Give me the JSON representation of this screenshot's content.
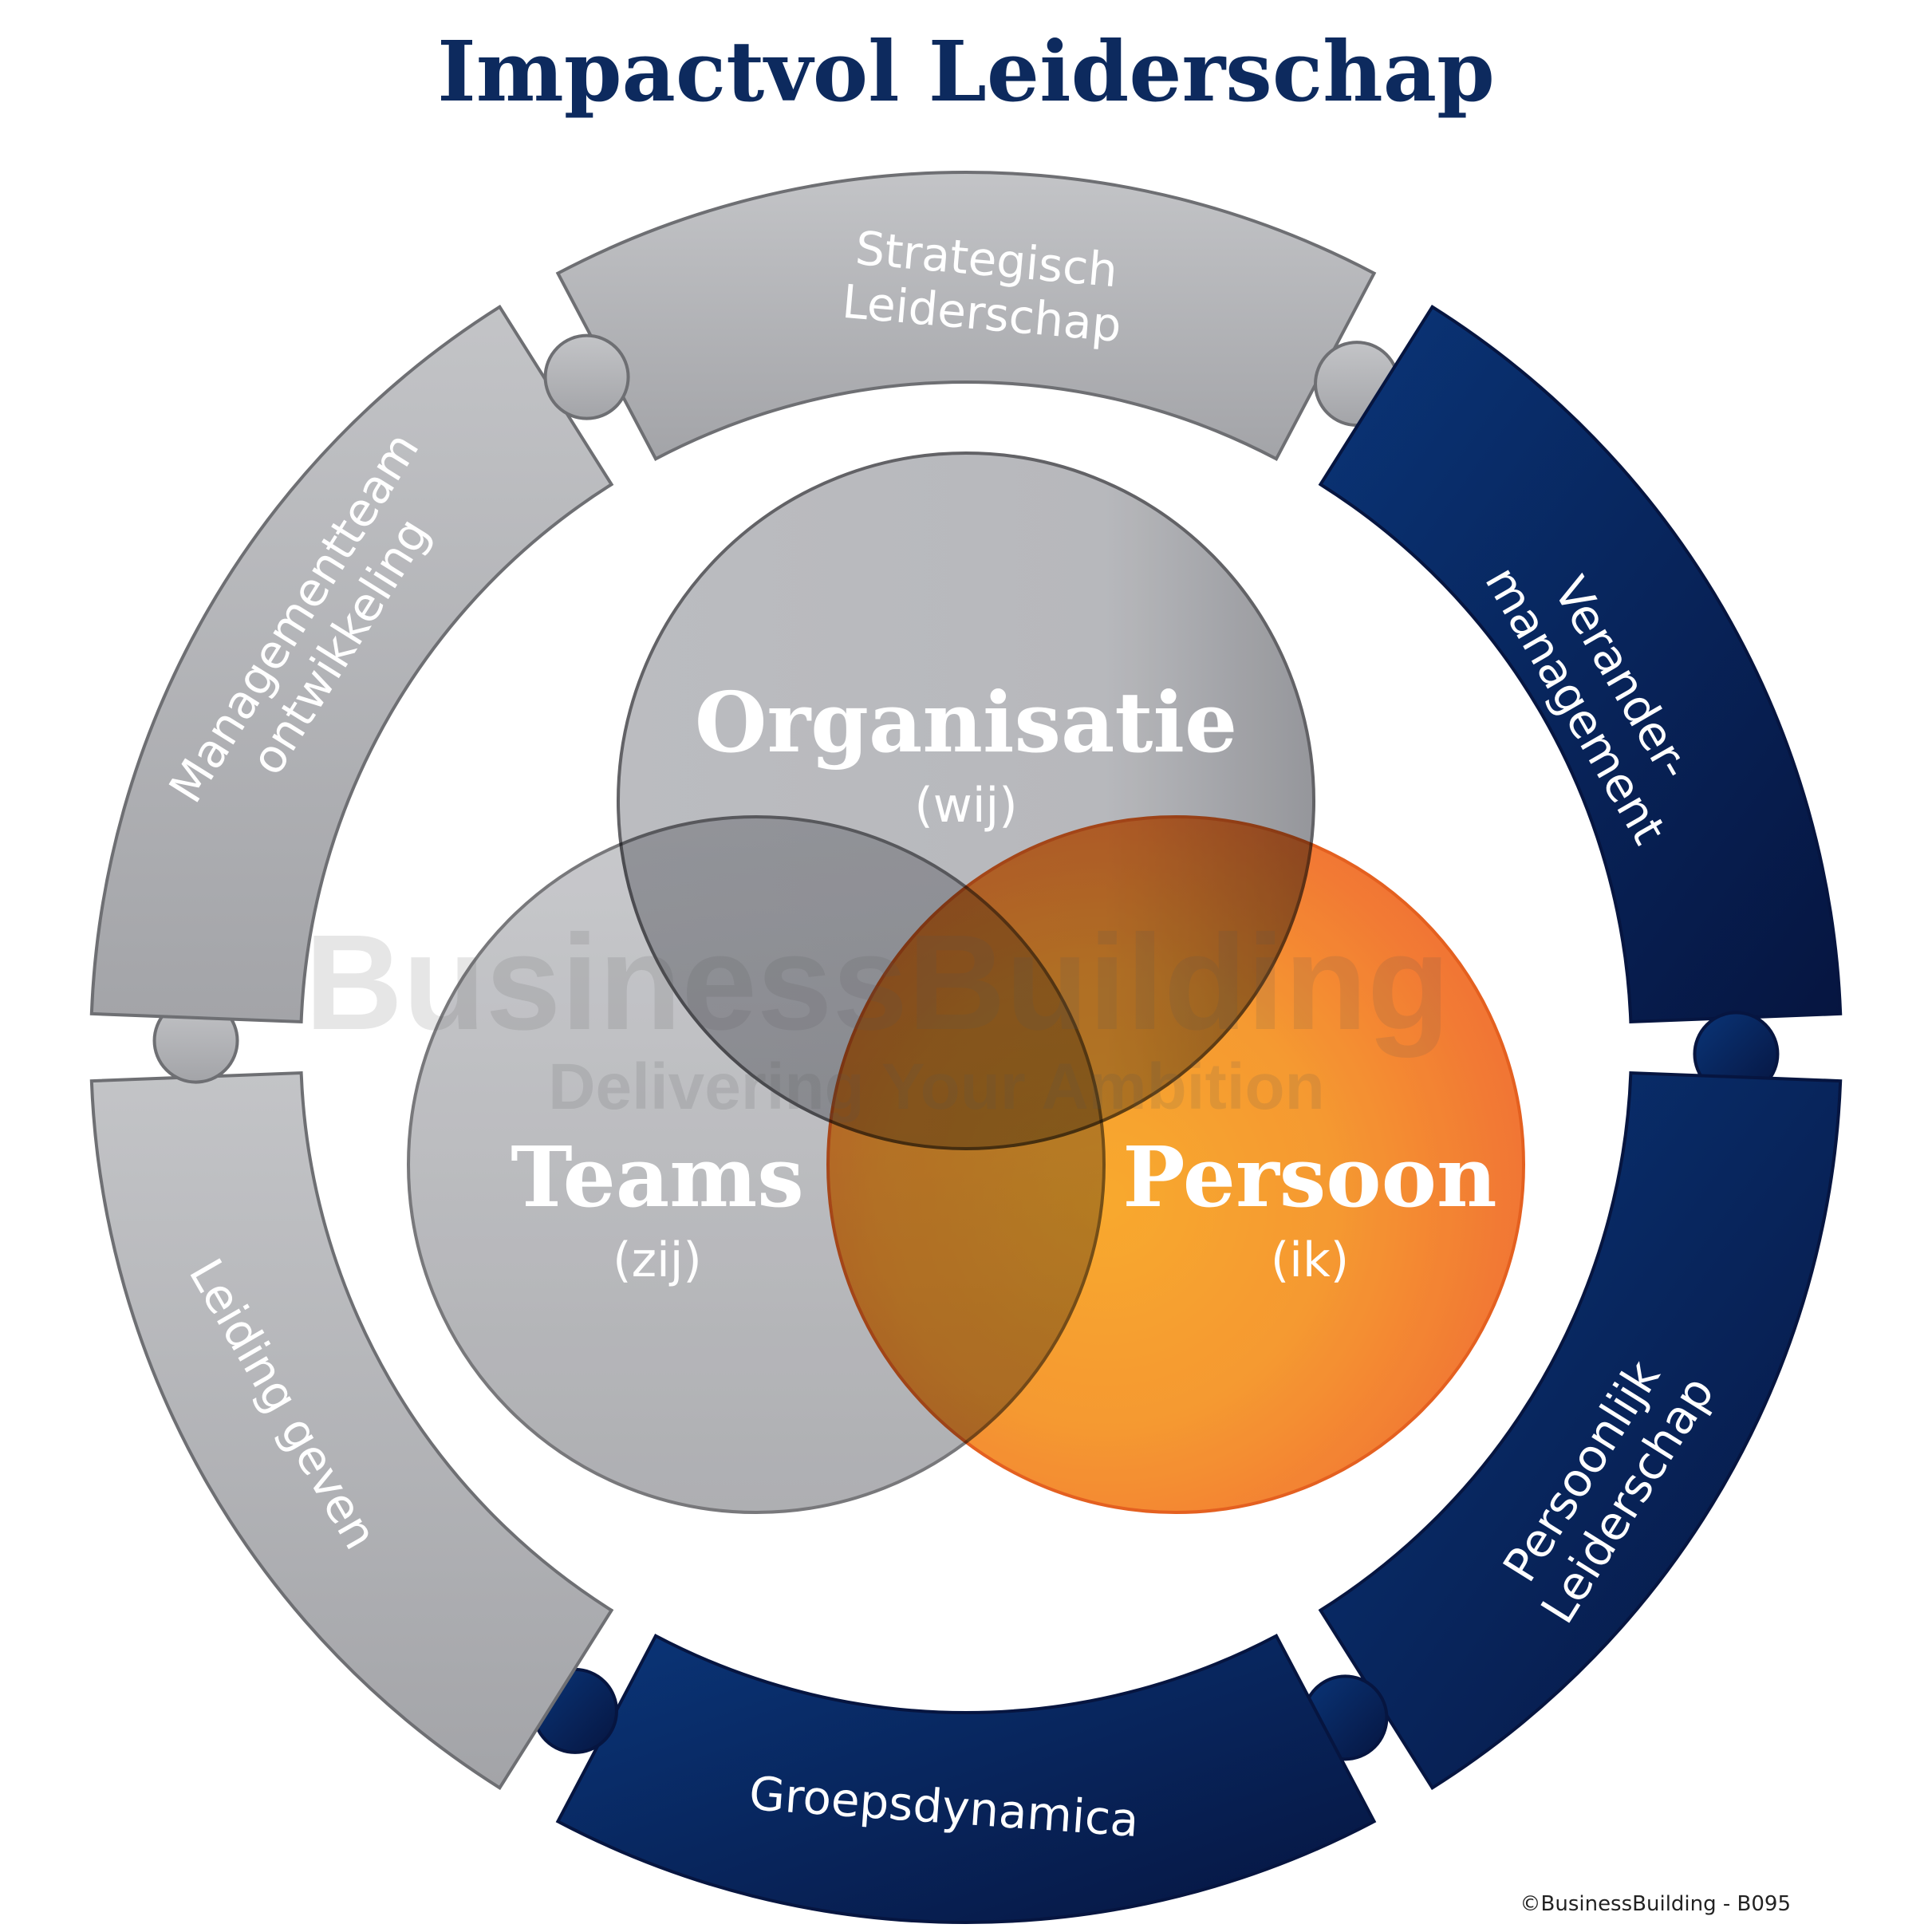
{
  "title": "Impactvol Leiderschap",
  "circles": {
    "organisatie": {
      "label": "Organisatie",
      "sub": "(wij)"
    },
    "teams": {
      "label": "Teams",
      "sub": "(zij)"
    },
    "persoon": {
      "label": "Persoon",
      "sub": "(ik)"
    }
  },
  "ring": {
    "strategisch": [
      "Strategisch",
      "Leiderschap"
    ],
    "management": [
      "Managementteam",
      "ontwikkeling"
    ],
    "verander": [
      "Verander-",
      "management"
    ],
    "leiding": [
      "Leiding geven"
    ],
    "persoonlijk": [
      "Persoonlijk",
      "Leiderschap"
    ],
    "groeps": [
      "Groepsdynamica"
    ]
  },
  "watermark": {
    "brand": "BusinessBuilding",
    "tagline": "Delivering Your Ambition"
  },
  "footer": "©BusinessBuilding - B095",
  "colors": {
    "navy": "#0d2a5e",
    "gray": "#b9babe",
    "orange": "#f07022"
  }
}
